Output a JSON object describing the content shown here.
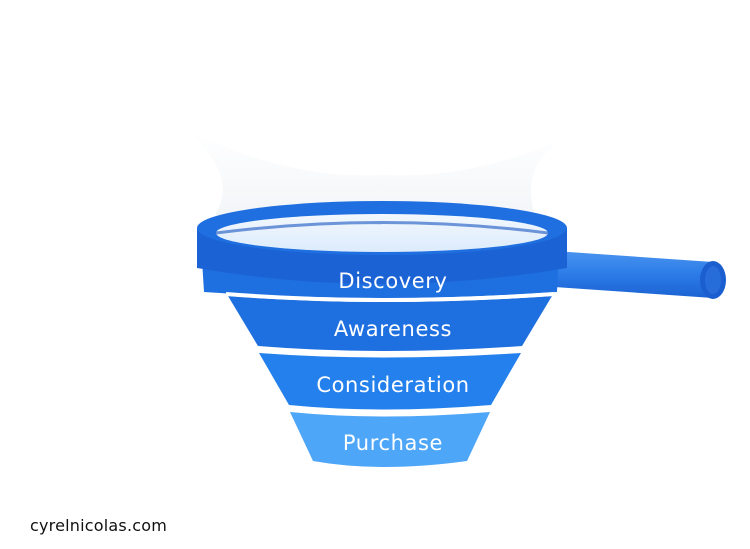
{
  "funnel": {
    "stages": [
      {
        "label": "Discovery",
        "color": "#1E6FE0"
      },
      {
        "label": "Awareness",
        "color": "#1E6FE0"
      },
      {
        "label": "Consideration",
        "color": "#2480EC"
      },
      {
        "label": "Purchase",
        "color": "#4EA6F8"
      }
    ],
    "rim_color": "#1F6FE0",
    "rim_shadow_color": "#1554C0",
    "rim_inner_color": "#F3F8FE",
    "handle_color": "#2C7CE8",
    "handle_end_color": "#1A5ED0"
  },
  "footer": {
    "credit": "cyrelnicolas.com"
  }
}
